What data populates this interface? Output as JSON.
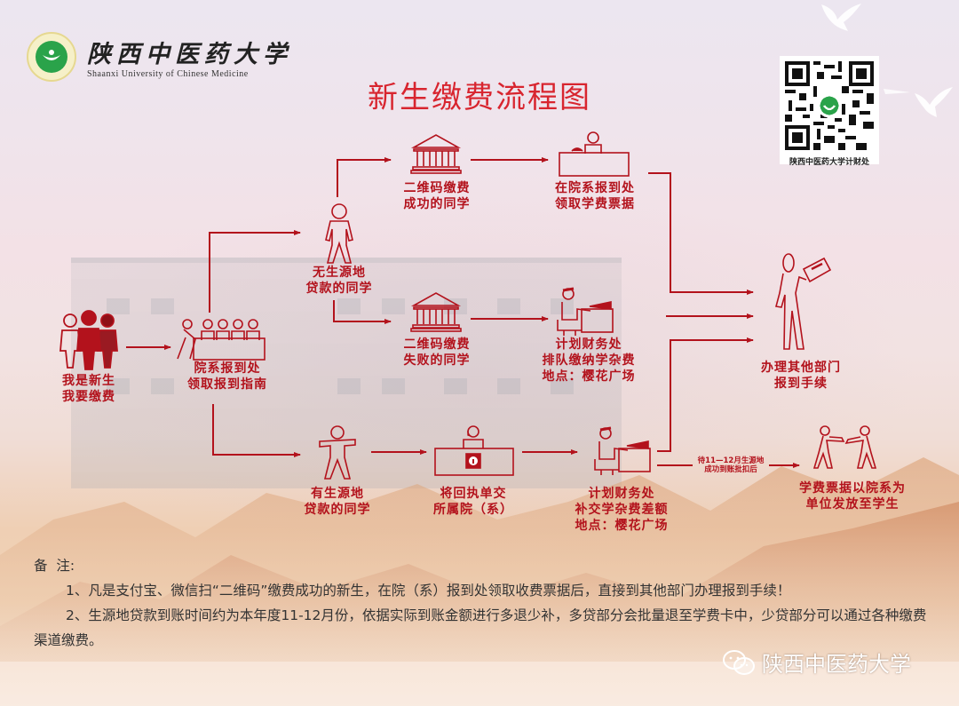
{
  "header": {
    "school_name_cn": "陕西中医药大学",
    "school_name_en": "Shaanxi University of Chinese Medicine",
    "title": "新生缴费流程图"
  },
  "qr": {
    "caption": "陕西中医药大学计财处"
  },
  "colors": {
    "accent": "#b3121c",
    "title": "#d8252f",
    "notes_text": "#333333"
  },
  "flow": {
    "nodes": {
      "start": {
        "icon": "three-students-icon",
        "line1": "我是新生",
        "line2": "我要缴费"
      },
      "register": {
        "icon": "registration-desk-icon",
        "line1": "院系报到处",
        "line2": "领取报到指南"
      },
      "no_loan": {
        "icon": "standing-student-icon",
        "line1": "无生源地",
        "line2": "贷款的同学"
      },
      "qr_success": {
        "icon": "bank-icon",
        "line1": "二维码缴费",
        "line2": "成功的同学"
      },
      "get_receipt": {
        "icon": "reception-desk-icon",
        "line1": "在院系报到处",
        "line2": "领取学费票据"
      },
      "qr_fail": {
        "icon": "bank-icon",
        "line1": "二维码缴费",
        "line2": "失败的同学"
      },
      "finance_queue": {
        "icon": "cashier-icon",
        "line1": "计划财务处",
        "line2": "排队缴纳学杂费",
        "line3": "地点：樱花广场"
      },
      "has_loan": {
        "icon": "arms-open-student-icon",
        "line1": "有生源地",
        "line2": "贷款的同学"
      },
      "submit_receipt": {
        "icon": "info-desk-icon",
        "line1": "将回执单交",
        "line2": "所属院（系）"
      },
      "finance_diff": {
        "icon": "cashier-icon",
        "line1": "计划财务处",
        "line2": "补交学杂费差额",
        "line3": "地点：樱花广场"
      },
      "other_depts": {
        "icon": "person-with-document-icon",
        "line1": "办理其他部门",
        "line2": "报到手续"
      },
      "issue_receipt": {
        "icon": "handover-icon",
        "line1": "学费票据以院系为",
        "line2": "单位发放至学生"
      }
    },
    "edge_label": {
      "line1": "待11—12月生源地",
      "line2": "成功到账批扣后"
    }
  },
  "notes": {
    "heading": "备  注:",
    "items": [
      "1、凡是支付宝、微信扫“二维码”缴费成功的新生，在院（系）报到处领取收费票据后，直接到其他部门办理报到手续！",
      "2、生源地贷款到账时间约为本年度11-12月份，依据实际到账金额进行多退少补，多贷部分会批量退至学费卡中，少贷部分可以通过各种缴费渠道缴费。"
    ]
  },
  "footer": {
    "wechat_account": "陕西中医药大学"
  }
}
